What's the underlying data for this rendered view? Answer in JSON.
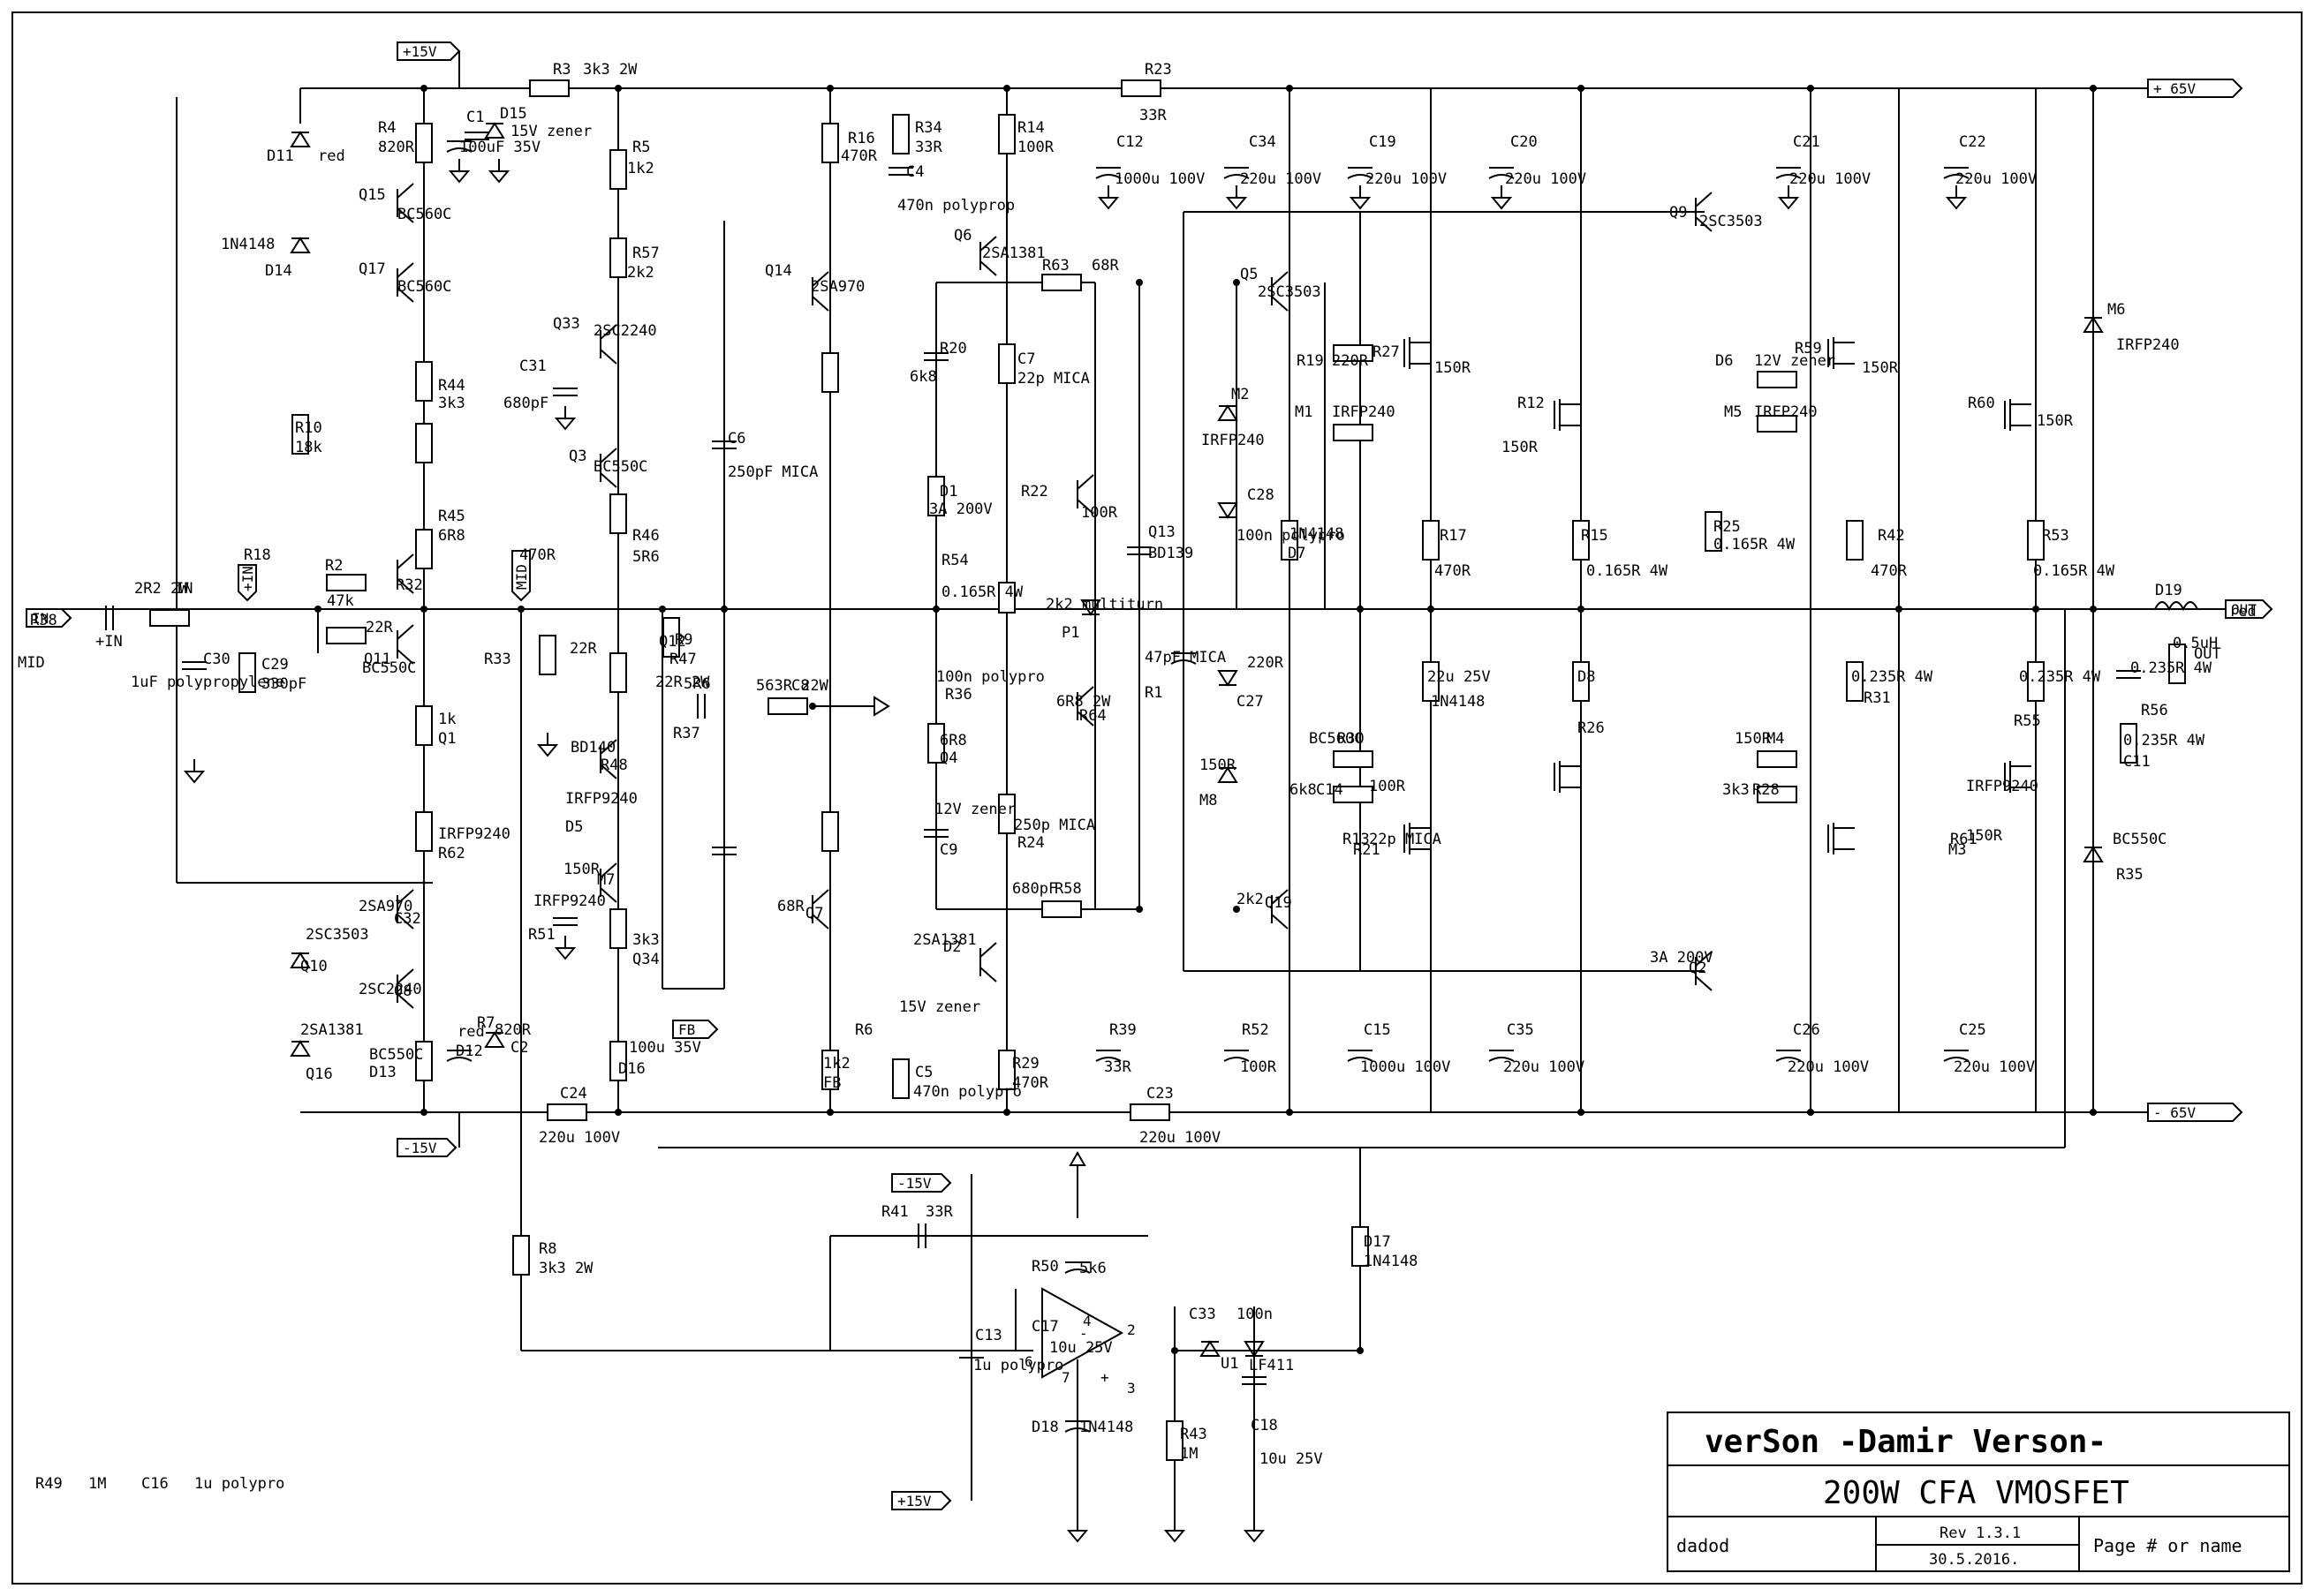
{
  "title_block": {
    "author": "verSon  -Damir Verson-",
    "title": "200W CFA VMOSFET",
    "drawn_by": "dadod",
    "revision": "Rev 1.3.1",
    "date": "30.5.2016.",
    "page": "Page # or name"
  },
  "nets": [
    {
      "name": "+15V",
      "ref": "+15V"
    },
    {
      "name": "-15V",
      "ref": "-15V"
    },
    {
      "name": "-15V-opamp",
      "ref": "-15V"
    },
    {
      "name": "+15V-opamp",
      "ref": "+15V"
    },
    {
      "name": "+65V",
      "ref": "+ 65V"
    },
    {
      "name": "-65V",
      "ref": "- 65V"
    },
    {
      "name": "in",
      "ref": "IN"
    },
    {
      "name": "out",
      "ref": "OUT"
    },
    {
      "name": "fb",
      "ref": "FB"
    },
    {
      "name": "plus-in",
      "ref": "+IN"
    },
    {
      "name": "mid",
      "ref": "MID"
    }
  ],
  "labels": [
    "R3",
    "3k3 2W",
    "C1",
    "100uF 35V",
    "D15",
    "15V zener",
    "R4",
    "820R",
    "D11",
    "red",
    "Q15",
    "BC560C",
    "1N4148",
    "D14",
    "Q17",
    "BC560C",
    "R5",
    "1k2",
    "R57",
    "2k2",
    "Q33",
    "2SC2240",
    "C31",
    "680pF",
    "R44",
    "3k3",
    "Q3",
    "BC550C",
    "R45",
    "6R8",
    "R46",
    "5R6",
    "R10",
    "18k",
    "R16",
    "470R",
    "R34",
    "33R",
    "C4",
    "470n polyprop",
    "R14",
    "100R",
    "Q6",
    "2SA1381",
    "Q14",
    "2SA970",
    "R63",
    "68R",
    "R23",
    "33R",
    "C12",
    "1000u 100V",
    "C34",
    "220u 100V",
    "C19",
    "220u 100V",
    "C20",
    "220u 100V",
    "C21",
    "220u 100V",
    "C22",
    "220u 100V",
    "Q5",
    "2SC3503",
    "Q9",
    "2SC3503",
    "C6",
    "250pF MICA",
    "R20",
    "6k8",
    "C7",
    "22p MICA",
    "R19",
    "220R",
    "R27",
    "150R",
    "M1",
    "IRFP240",
    "R12",
    "150R",
    "M2",
    "IRFP240",
    "D6",
    "12V zener",
    "R59",
    "150R",
    "M5",
    "IRFP240",
    "R60",
    "150R",
    "M6",
    "IRFP240",
    "D1",
    "3A 200V",
    "R22",
    "100R",
    "Q13",
    "BD139",
    "C28",
    "100n polypro",
    "1N4148",
    "D7",
    "R17",
    "470R",
    "R15",
    "0.165R 4W",
    "R25",
    "0.165R 4W",
    "R42",
    "470R",
    "R53",
    "0.165R 4W",
    "R54",
    "0.165R 4W",
    "2k2 multiturn",
    "P1",
    "D19",
    "red",
    "0.5uH",
    "OUT",
    "R38",
    "2R2 2W",
    "IN",
    "R18",
    "470R",
    "+IN",
    "MID",
    "C30",
    "1uF polypropylene",
    "C29",
    "330pF",
    "R2",
    "47k",
    "R32",
    "22R",
    "Q11",
    "BC550C",
    "R33",
    "22R",
    "Q12",
    "22R 2W",
    "R9",
    "R47",
    "5R6",
    "R37",
    "563R 22W",
    "C8",
    "47pF MICA",
    "R1",
    "220R",
    "C27",
    "22u 25V",
    "1N4148",
    "D8",
    "R26",
    "0.235R 4W",
    "R31",
    "0.235R 4W",
    "R55",
    "0.235R 4W",
    "R56",
    "0.235R 4W",
    "C11",
    "100n polypro",
    "R36",
    "6R8 2W",
    "R64",
    "1k",
    "Q1",
    "BD140",
    "R48",
    "6R8",
    "Q4",
    "BC560C",
    "R30",
    "100R",
    "R13",
    "150R",
    "M4",
    "IRFP9240",
    "R61",
    "150R",
    "M8",
    "IRFP9240",
    "D5",
    "12V zener",
    "C9",
    "250p MICA",
    "R24",
    "6k8",
    "C14",
    "22p MICA",
    "R21",
    "3k3",
    "R28",
    "150R",
    "M3",
    "IRFP9240",
    "R62",
    "150R",
    "M7",
    "IRFP9240",
    "R51",
    "3k3",
    "Q34",
    "2SA970",
    "C32",
    "680pF",
    "R58",
    "2k2",
    "Q19",
    "BC550C",
    "R35",
    "68R",
    "Q7",
    "2SA1381",
    "D2",
    "3A 200V",
    "Q2",
    "2SC2240",
    "Q8",
    "2SC3503",
    "Q10",
    "2SA1381",
    "Q16",
    "BC550C",
    "D13",
    "red",
    "D12",
    "R7",
    "820R",
    "C2",
    "100u 35V",
    "D16",
    "15V zener",
    "R6",
    "1k2",
    "FB",
    "C5",
    "470n polypro",
    "R29",
    "470R",
    "R39",
    "33R",
    "R52",
    "100R",
    "C15",
    "1000u 100V",
    "C35",
    "220u 100V",
    "C26",
    "220u 100V",
    "C25",
    "220u 100V",
    "C24",
    "220u 100V",
    "C23",
    "220u 100V",
    "R8",
    "3k3 2W",
    "R41",
    "33R",
    "R50",
    "5k6",
    "C13",
    "1u polypro",
    "C17",
    "10u 25V",
    "C33",
    "100n",
    "U1",
    "LF411",
    "D17",
    "1N4148",
    "D18",
    "1N4148",
    "R43",
    "1M",
    "C18",
    "10u 25V",
    "R49",
    "1M",
    "C16",
    "1u polypro"
  ]
}
